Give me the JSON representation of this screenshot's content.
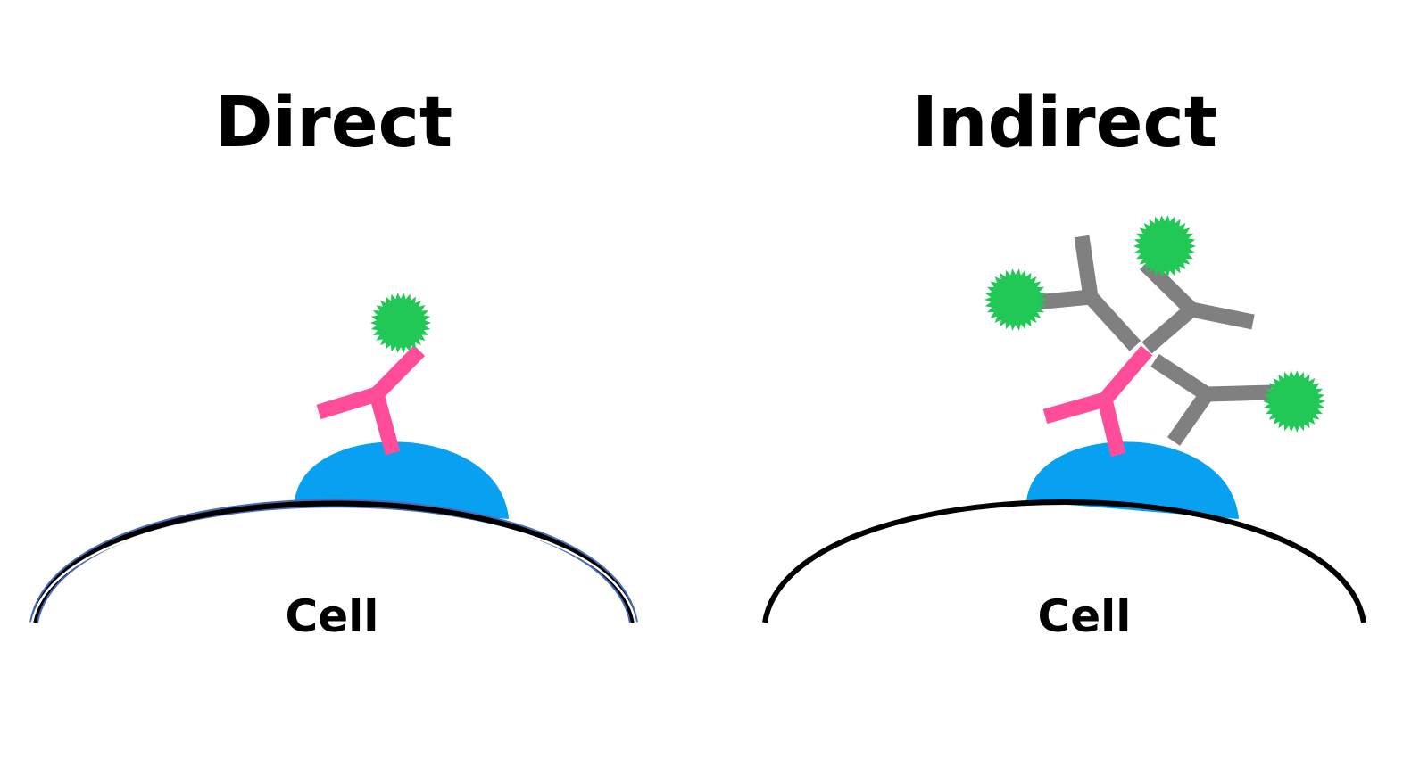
{
  "panels": {
    "direct": {
      "title": "Direct",
      "cell_label": "Cell"
    },
    "indirect": {
      "title": "Indirect",
      "cell_label": "Cell"
    }
  },
  "colors": {
    "primary_antibody": "#ff4d9a",
    "secondary_antibody": "#808080",
    "antigen": "#08a0f0",
    "fluorophore": "#22c855",
    "membrane": "#000000",
    "membrane_edge": "#4a6ab8"
  }
}
